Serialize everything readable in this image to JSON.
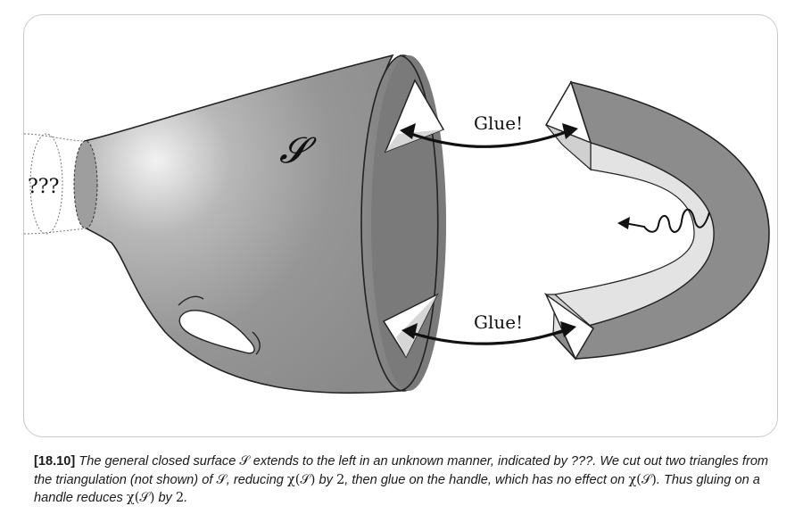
{
  "diagram": {
    "surface_label": "𝓢",
    "unknown_label": "???",
    "glue_top": "Glue!",
    "glue_bottom": "Glue!"
  },
  "caption": {
    "number": "[18.10]",
    "part1": " The general closed surface ",
    "s1": "𝒮",
    "part2": " extends to the left in an unknown manner, indicated by ???. We cut out two triangles from the triangulation (not shown) of ",
    "s2": "𝒮",
    "part3": ", reducing ",
    "chi1": "χ(𝒮)",
    "part4": " by ",
    "two1": "2",
    "part5": ", then glue on the handle, which has no effect on ",
    "chi2": "χ(𝒮)",
    "part6": ". Thus gluing on a handle reduces ",
    "chi3": "χ(𝒮)",
    "part7": " by ",
    "two2": "2",
    "part8": "."
  },
  "colors": {
    "surface": "#8f8f8f",
    "surface_highlight": "#ececec",
    "inner_rim": "#7d7d7d",
    "handle_outer": "#8a8a8a",
    "handle_inner": "#e4e4e4",
    "frame": "#c9c9c9"
  }
}
